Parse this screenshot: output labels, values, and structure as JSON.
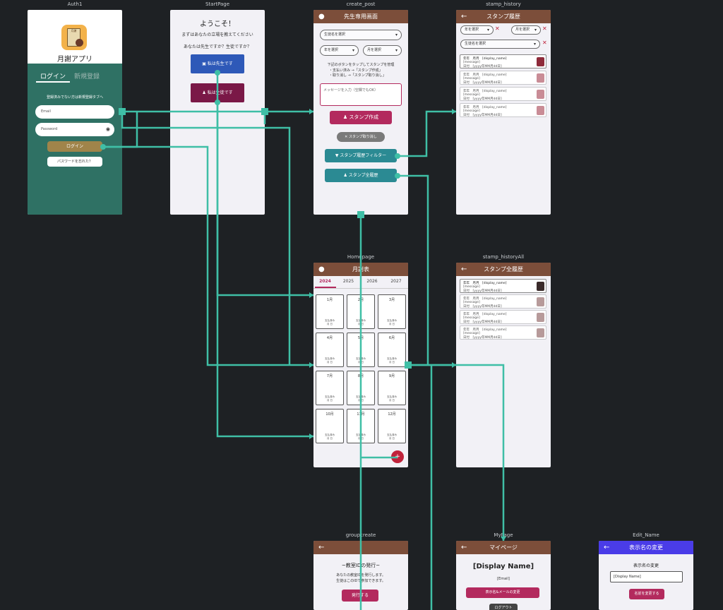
{
  "frame_labels": {
    "auth": "Auth1",
    "start": "StartPage",
    "create_post": "create_post",
    "stamp_history": "stamp_history",
    "homepage": "Homepage",
    "stamp_history_all": "stamp_historyAll",
    "group_create": "groupcreate",
    "mypage": "MyPage",
    "edit_name": "Edit_Name"
  },
  "auth": {
    "app_name": "月謝アプリ",
    "logo_text": "月謝",
    "tab_login": "ログイン",
    "tab_register": "新規登録",
    "notice": "登録済みでない方は新規登録タブへ",
    "email_placeholder": "Email",
    "password_placeholder": "Password",
    "login_button": "ログイン",
    "forgot_button": "パスワードを忘れた？"
  },
  "start": {
    "welcome": "ようこそ！",
    "prompt1": "まずはあなたの立場を教えてください",
    "prompt2": "あなたは先生ですか？生徒ですか？",
    "teacher_button": "私は先生です",
    "student_button": "私は生徒です"
  },
  "create_post": {
    "title": "先生専用画面",
    "student_select": "生徒名を選択",
    "year_select": "年を選択",
    "month_select": "月を選択",
    "instruction": "下記のボタンをタップしてスタンプを管理",
    "note1": "・支払い済み →「スタンプ作成」",
    "note2": "・取り消し →「スタンプ取り消し」",
    "message_placeholder": "メッセージを入力（空欄でもOK）",
    "create_button": "スタンプ作成",
    "cancel_button": "スタンプ取り消し",
    "filter_button": "スタンプ履歴フィルター",
    "all_history_button": "スタンプ全履歴"
  },
  "stamp_history": {
    "title": "スタンプ履歴",
    "year_select": "年を選択",
    "month_select": "月を選択",
    "student_select": "生徒名を選択",
    "line1": "年年　月月　[display_name]",
    "line2": "[message]",
    "line3": "日付　[yyyy年MM月dd日]"
  },
  "homepage": {
    "title": "月謝表",
    "years": [
      "2024",
      "2025",
      "2026",
      "2027"
    ],
    "months": [
      "1月",
      "2月",
      "3月",
      "4月",
      "5月",
      "6月",
      "7月",
      "8月",
      "9月",
      "10月",
      "11月",
      "12月"
    ],
    "paid_label": "支払済み",
    "paid_date": "月 日"
  },
  "stamp_history_all": {
    "title": "スタンプ全履歴",
    "line1": "年年　月月　[display_name]",
    "line2": "[message]",
    "line3": "日付　[yyyy年MM月dd日]"
  },
  "group_create": {
    "heading": "~教室IDの発行~",
    "line1": "あなたの教室IDを発行します。",
    "line2": "生徒はこのIDで参加できます。",
    "issue_button": "発行する"
  },
  "mypage": {
    "title": "マイページ",
    "display_name": "[Display Name]",
    "email": "[Email]",
    "edit_button": "表示名&メールの変更",
    "logout_button": "ログアウト"
  },
  "edit_name": {
    "title": "表示名の変更",
    "label": "表示名の変更",
    "field_value": "[Display Name]",
    "submit_button": "名前を変更する"
  },
  "colors": {
    "canvas": "#1e2124",
    "wire": "#3fbfa6",
    "appbar_brown": "#7c4e3a",
    "auth_green": "#2f7164",
    "teacher_blue": "#2e59b8",
    "student_maroon": "#7a1847",
    "accent_crimson": "#b32a5e",
    "teal_button": "#2b8a93",
    "gold_button": "#a0844a",
    "edit_purple": "#4a3ce8"
  },
  "icons": {
    "person": "person-icon",
    "back": "arrow-left-icon",
    "clear": "close-icon",
    "eye": "eye-off-icon",
    "filter": "filter-icon",
    "stamp": "stamp-icon"
  }
}
